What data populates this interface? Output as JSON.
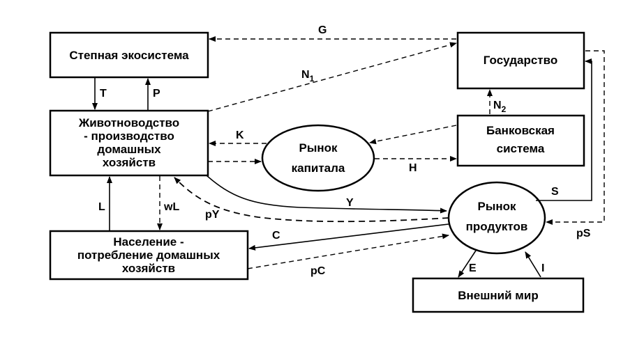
{
  "nodes": {
    "steppe": {
      "lines": [
        "Степная экосистема"
      ]
    },
    "state": {
      "lines": [
        "Государство"
      ]
    },
    "livestock": {
      "lines": [
        "Животноводство",
        "- производство",
        "домашных",
        "хозяйств"
      ]
    },
    "bank": {
      "lines": [
        "Банковская",
        "система"
      ]
    },
    "capital_market": {
      "lines": [
        "Рынок",
        "капитала"
      ]
    },
    "product_market": {
      "lines": [
        "Рынок",
        "продуктов"
      ]
    },
    "population": {
      "lines": [
        "Население -",
        "потребление  домашных",
        "хозяйств"
      ]
    },
    "world": {
      "lines": [
        "Внешний  мир"
      ]
    }
  },
  "flows": {
    "G": "G",
    "N1": "N",
    "N1_sub": "1",
    "N2": "N",
    "N2_sub": "2",
    "T": "T",
    "P": "P",
    "K": "K",
    "H": "H",
    "L": "L",
    "wL": "wL",
    "pY": "pY",
    "Y": "Y",
    "S": "S",
    "pS": "pS",
    "C": "C",
    "pC": "pC",
    "E": "E",
    "I": "I"
  }
}
